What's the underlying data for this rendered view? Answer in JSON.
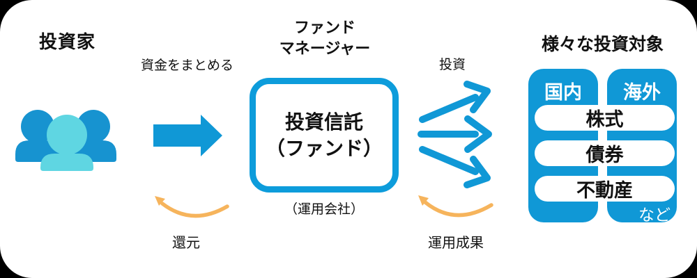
{
  "page": {
    "background": "#000000",
    "card_background": "#ffffff"
  },
  "colors": {
    "primary_blue": "#1098D6",
    "people_blue": "#1793D0",
    "accent_cyan": "#5FD6E2",
    "accent_orange": "#F6B45C",
    "box_border_blue": "#0D9CDB",
    "text_black": "#111111",
    "text_white": "#ffffff"
  },
  "investor": {
    "title": "投資家"
  },
  "fund_manager": {
    "title_line1": "ファンド",
    "title_line2": "マネージャー",
    "box_line1": "投資信託",
    "box_line2": "（ファンド）",
    "company_note": "（運用会社）"
  },
  "labels": {
    "pool_funds": "資金をまとめる",
    "invest": "投資",
    "refund": "還元",
    "investment_results": "運用成果"
  },
  "targets": {
    "title": "様々な投資対象",
    "column_domestic": "国内",
    "column_overseas": "海外",
    "items": [
      "株式",
      "債券",
      "不動産"
    ],
    "etc_note": "など"
  }
}
